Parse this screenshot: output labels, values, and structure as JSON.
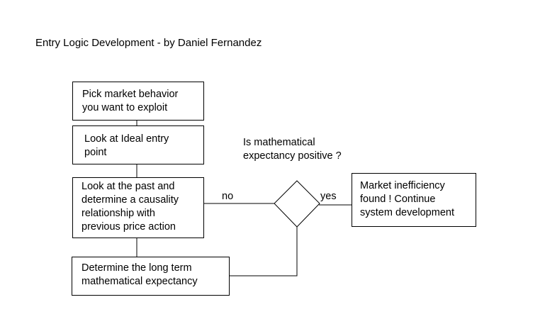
{
  "title": "Entry Logic Development - by Daniel Fernandez",
  "steps": [
    {
      "lines": [
        "Pick market behavior",
        "you want to exploit"
      ]
    },
    {
      "lines": [
        "Look at Ideal entry",
        "point"
      ]
    },
    {
      "lines": [
        "Look at the past and",
        "determine a causality",
        "relationship with",
        "previous price action"
      ]
    },
    {
      "lines": [
        "Determine the long term",
        "mathematical expectancy"
      ]
    }
  ],
  "decision": {
    "question": [
      "Is mathematical",
      "expectancy positive ?"
    ],
    "no_label": "no",
    "yes_label": "yes"
  },
  "result": {
    "lines": [
      "Market inefficiency",
      "found ! Continue",
      "system development"
    ]
  }
}
